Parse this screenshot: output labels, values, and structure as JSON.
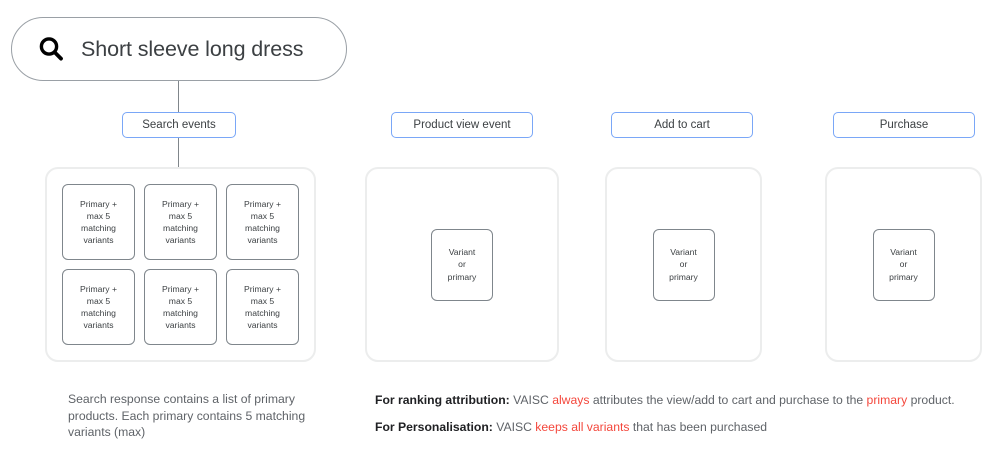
{
  "search": {
    "icon": "search-icon",
    "query": "Short sleeve long dress"
  },
  "stages": [
    {
      "id": "search-events",
      "label": "Search events"
    },
    {
      "id": "product-view-event",
      "label": "Product view event"
    },
    {
      "id": "add-to-cart",
      "label": "Add to cart"
    },
    {
      "id": "purchase",
      "label": "Purchase"
    }
  ],
  "search_panel": {
    "cards": [
      {
        "line1": "Primary +",
        "line2": "max 5",
        "line3": "matching",
        "line4": "variants"
      },
      {
        "line1": "Primary +",
        "line2": "max 5",
        "line3": "matching",
        "line4": "variants"
      },
      {
        "line1": "Primary +",
        "line2": "max 5",
        "line3": "matching",
        "line4": "variants"
      },
      {
        "line1": "Primary +",
        "line2": "max 5",
        "line3": "matching",
        "line4": "variants"
      },
      {
        "line1": "Primary +",
        "line2": "max 5",
        "line3": "matching",
        "line4": "variants"
      },
      {
        "line1": "Primary +",
        "line2": "max 5",
        "line3": "matching",
        "line4": "variants"
      }
    ]
  },
  "variant_card": {
    "line1": "Variant",
    "line2": "or",
    "line3": "primary"
  },
  "captions": {
    "left": "Search response contains a list of primary products. Each primary contains 5 matching variants (max)",
    "ranking": {
      "label": "For ranking attribution:",
      "part1": " VAISC ",
      "highlight1": "always",
      "part2": " attributes the view/add to cart and purchase to the ",
      "highlight2": "primary",
      "part3": " product."
    },
    "personalisation": {
      "label": "For Personalisation:",
      "part1": " VAISC ",
      "highlight1": "keeps all variants",
      "part2": " that has been purchased"
    }
  },
  "colors": {
    "highlight_red": "#f4473c",
    "label_border_blue": "#7aa7f7",
    "panel_border_gray": "#eceded",
    "card_border_gray": "#7f868c",
    "text_gray": "#5f6368"
  }
}
